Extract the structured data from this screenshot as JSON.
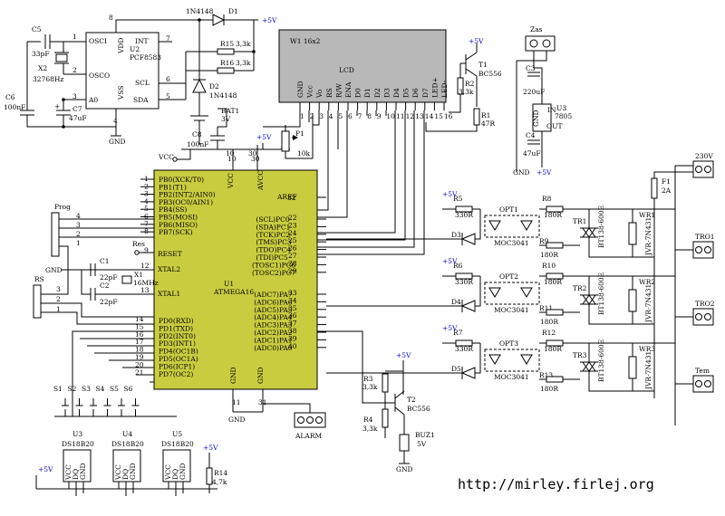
{
  "plus5v": "+5V",
  "gnd": "GND",
  "vcc": "VCC",
  "url": "http://mirley.firlej.org",
  "rtc": {
    "ref": "U2",
    "part": "PCF8583",
    "pins": {
      "oscin": "OSCI",
      "osco": "OSCO",
      "a0": "A0",
      "vdd": "VDD",
      "vss": "VSS",
      "int": "INT",
      "scl": "SCL",
      "sda": "SDA"
    },
    "pin_numbers": {
      "p1": "1",
      "p2": "2",
      "p3": "3",
      "p4": "4",
      "p5": "5",
      "p6": "6",
      "p7": "7",
      "p8": "8"
    },
    "c5": "C5",
    "c5v": "33pF",
    "x2": "X2",
    "x2v": "32768Hz",
    "c6": "C6",
    "c6v": "100nF",
    "c7": "C7",
    "c7v": "47uF"
  },
  "top": {
    "d1": "D1",
    "d1p": "1N4148",
    "d2": "D2",
    "d2p": "1N4148",
    "r15": "R15",
    "r15v": "3,3k",
    "r16": "R16",
    "r16v": "3,3k",
    "bat": "BAT1",
    "batv": "3V",
    "c8": "C8",
    "c8v": "100nF",
    "ten": "10",
    "thirty": "30"
  },
  "lcd": {
    "title": "W1 16x2",
    "label": "LCD",
    "pins": [
      "GND",
      "Vcc",
      "Vo",
      "RS",
      "R/W",
      "ENA",
      "D0",
      "D1",
      "D2",
      "D3",
      "D4",
      "D5",
      "D6",
      "D7",
      "LED+",
      "LED-"
    ],
    "nums": [
      "1",
      "2",
      "3",
      "4",
      "5",
      "6",
      "7",
      "8",
      "9",
      "10",
      "11",
      "12",
      "13",
      "14",
      "15",
      "16"
    ],
    "p1": "P1",
    "p1v": "10k",
    "t1": "T1",
    "t1p": "BC556",
    "r2": "R2",
    "r2v": "3,3k",
    "r1": "R1",
    "r1v": "47R"
  },
  "psu": {
    "zas": "Zas",
    "c3": "C3",
    "c3v": "220uF",
    "u3": "U3",
    "u3p": "7805",
    "reg_pins": {
      "in": "IN",
      "gnd": "GND",
      "out": "OUT"
    },
    "c4": "C4",
    "c4v": "47uF"
  },
  "mcu": {
    "ref": "U1",
    "part": "ATMEGA16",
    "vcc": "VCC",
    "avcc": "AVCC",
    "aref": "AREF",
    "reset": "RESET",
    "xtal2": "XTAL2",
    "xtal1": "XTAL1",
    "gnd": "GND",
    "left_pins": [
      {
        "n": "1",
        "t": "PB0(XCK/T0)"
      },
      {
        "n": "2",
        "t": "PB1(T1)"
      },
      {
        "n": "3",
        "t": "PB2(INT2/AIN0)"
      },
      {
        "n": "4",
        "t": "PB3(OC0/AIN1)"
      },
      {
        "n": "5",
        "t": "PB4(SS)"
      },
      {
        "n": "6",
        "t": "PB5(MOSI)"
      },
      {
        "n": "7",
        "t": "PB6(MISO)"
      },
      {
        "n": "8",
        "t": "PB7(SCK)"
      }
    ],
    "pd_pins": [
      {
        "n": "14",
        "t": "PD0(RXD)"
      },
      {
        "n": "15",
        "t": "PD1(TXD)"
      },
      {
        "n": "16",
        "t": "PD2(INT0)"
      },
      {
        "n": "17",
        "t": "PD3(INT1)"
      },
      {
        "n": "18",
        "t": "PD4(OC1B)"
      },
      {
        "n": "19",
        "t": "PD5(OC1A)"
      },
      {
        "n": "20",
        "t": "PD6(ICP1)"
      },
      {
        "n": "21",
        "t": "PD7(OC2)"
      }
    ],
    "pc_pins": [
      {
        "n": "22",
        "t": "(SCL)PC0"
      },
      {
        "n": "23",
        "t": "(SDA)PC1"
      },
      {
        "n": "24",
        "t": "(TCK)PC2"
      },
      {
        "n": "25",
        "t": "(TMS)PC3"
      },
      {
        "n": "26",
        "t": "(TDO)PC4"
      },
      {
        "n": "27",
        "t": "(TDI)PC5"
      },
      {
        "n": "28",
        "t": "(TOSC1)PC6"
      },
      {
        "n": "29",
        "t": "(TOSC2)PC7"
      }
    ],
    "pa_pins": [
      {
        "n": "33",
        "t": "(ADC7)PA7"
      },
      {
        "n": "34",
        "t": "(ADC6)PA6"
      },
      {
        "n": "35",
        "t": "(ADC5)PA5"
      },
      {
        "n": "36",
        "t": "(ADC4)PA4"
      },
      {
        "n": "37",
        "t": "(ADC3)PA3"
      },
      {
        "n": "38",
        "t": "(ADC2)PA2"
      },
      {
        "n": "39",
        "t": "(ADC1)PA1"
      },
      {
        "n": "40",
        "t": "(ADC0)PA0"
      }
    ],
    "pin9": "9",
    "pin10": "10",
    "pin11": "11",
    "pin12": "12",
    "pin13": "13",
    "pin30": "30",
    "pin31": "31",
    "pin32": "32"
  },
  "left": {
    "prog": "Prog",
    "rs": "RS",
    "res": "Res",
    "c1": "C1",
    "c1v": "22pF",
    "c2": "C2",
    "c2v": "22pF",
    "x1": "X1",
    "x1v": "16MHz",
    "prog_nums": [
      "4",
      "3",
      "2",
      "1"
    ],
    "rs_nums": [
      "3",
      "2",
      "1"
    ]
  },
  "switches": [
    "S1",
    "S2",
    "S3",
    "S4",
    "S5",
    "S6"
  ],
  "sensors": [
    {
      "ref": "U3",
      "part": "DS18B20"
    },
    {
      "ref": "U4",
      "part": "DS18B20"
    },
    {
      "ref": "U5",
      "part": "DS18B20"
    }
  ],
  "sensor_pins": [
    "VCC",
    "DQ",
    "GND"
  ],
  "r14": "R14",
  "r14v": "4,7k",
  "alarm": "ALARM",
  "buzzer": {
    "r3": "R3",
    "r3v": "3,3k",
    "r4": "R4",
    "r4v": "3,3k",
    "t2": "T2",
    "t2p": "BC556",
    "buz": "BUZ1",
    "buzv": "5V"
  },
  "channels": [
    {
      "led": "D3",
      "rin": "R5",
      "rinv": "330R",
      "opt": "OPT1",
      "optp": "MOC3041",
      "rg": "R8",
      "rgv": "180R",
      "rs": "R9",
      "rsv": "180R",
      "tr": "TR1",
      "trp": "BT138-600E",
      "wr": "WR1",
      "wrp": "JVR-7N431",
      "out": "TRO1"
    },
    {
      "led": "D4",
      "rin": "R6",
      "rinv": "330R",
      "opt": "OPT2",
      "optp": "MOC3041",
      "rg": "R10",
      "rgv": "180R",
      "rs": "R11",
      "rsv": "180R",
      "tr": "TR2",
      "trp": "BT138-600E",
      "wr": "WR2",
      "wrp": "JVR-7N431",
      "out": "TRO2"
    },
    {
      "led": "D5",
      "rin": "R7",
      "rinv": "330R",
      "opt": "OPT3",
      "optp": "MOC3041",
      "rg": "R12",
      "rgv": "180R",
      "rs": "R13",
      "rsv": "180R",
      "tr": "TR3",
      "trp": "BT138-600E",
      "wr": "WR3",
      "wrp": "JVR-7N431",
      "out": "Tem"
    }
  ],
  "mains": {
    "v": "230V",
    "f": "F1",
    "fv": "2A"
  },
  "colors": {
    "mcu": "#c9cc3f",
    "lcd": "#b8b8b8",
    "plus": "#0000cc"
  }
}
